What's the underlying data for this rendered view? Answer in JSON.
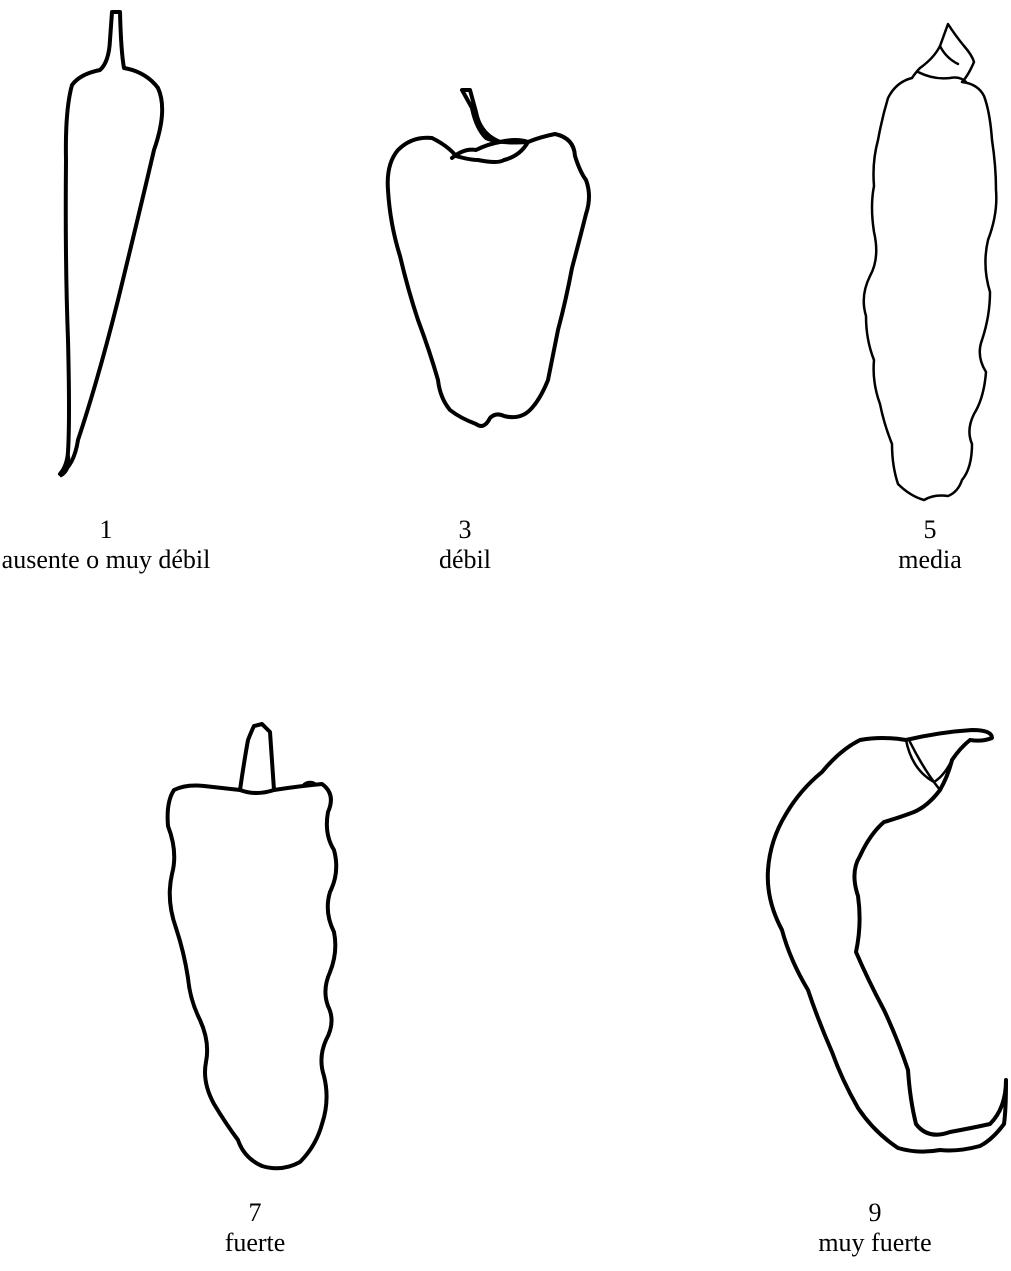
{
  "colors": {
    "background": "#ffffff",
    "stroke": "#000000"
  },
  "figures": [
    {
      "id": "pepper-1",
      "icon": "slender-pepper-icon",
      "number": "1",
      "label": "ausente o muy débil"
    },
    {
      "id": "pepper-3",
      "icon": "bell-pepper-icon",
      "number": "3",
      "label": "débil"
    },
    {
      "id": "pepper-5",
      "icon": "wavy-pepper-icon",
      "number": "5",
      "label": "media"
    },
    {
      "id": "pepper-7",
      "icon": "wrinkled-pepper-icon",
      "number": "7",
      "label": "fuerte"
    },
    {
      "id": "pepper-9",
      "icon": "curved-pepper-icon",
      "number": "9",
      "label": "muy fuerte"
    }
  ]
}
